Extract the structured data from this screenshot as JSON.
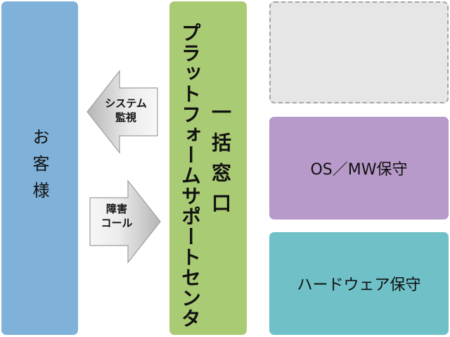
{
  "customer": {
    "label": "お客様"
  },
  "platform_center": {
    "name": "プラットフォームサポートセンタ",
    "sub": "一括窓口"
  },
  "arrows": {
    "monitoring": {
      "line1": "システム",
      "line2": "監視"
    },
    "fault_call": {
      "line1": "障害",
      "line2": "コール"
    }
  },
  "services": {
    "os_mw": "OS／MW保守",
    "hardware": "ハードウェア保守"
  },
  "colors": {
    "customer": "#7fb1d9",
    "platform_center": "#a9cb73",
    "os_mw": "#b79ac9",
    "hardware": "#6fc0c7",
    "empty": "#e6e6e6"
  }
}
